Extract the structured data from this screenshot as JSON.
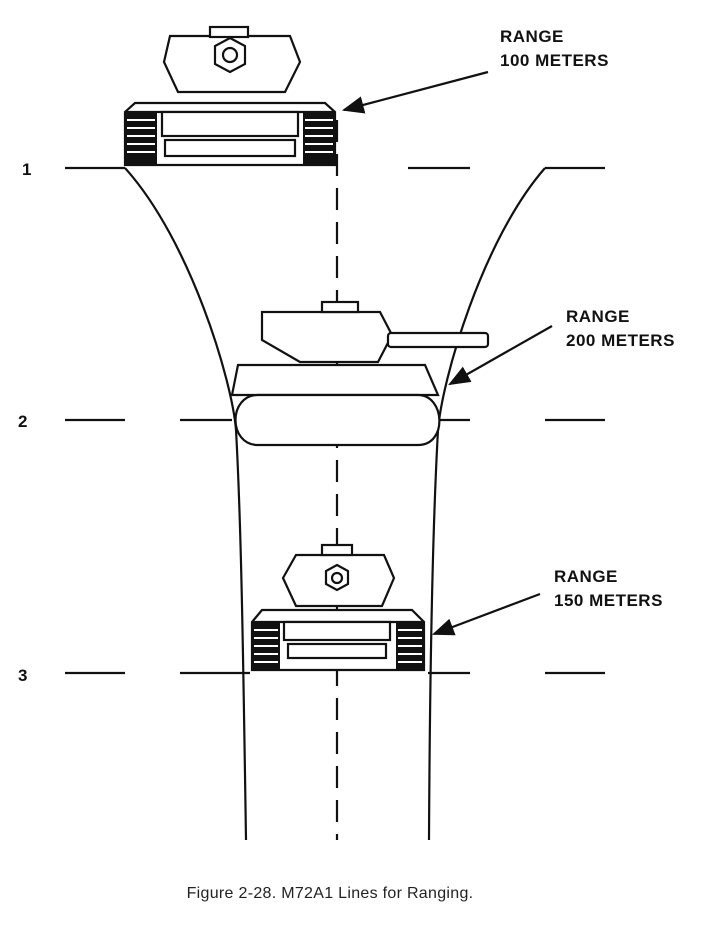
{
  "line_labels": [
    "1",
    "2",
    "3"
  ],
  "callouts": [
    {
      "line1": "RANGE",
      "line2": "100 METERS"
    },
    {
      "line1": "RANGE",
      "line2": "200 METERS"
    },
    {
      "line1": "RANGE",
      "line2": "150 METERS"
    }
  ],
  "caption": "Figure 2-28.  M72A1 Lines for Ranging."
}
